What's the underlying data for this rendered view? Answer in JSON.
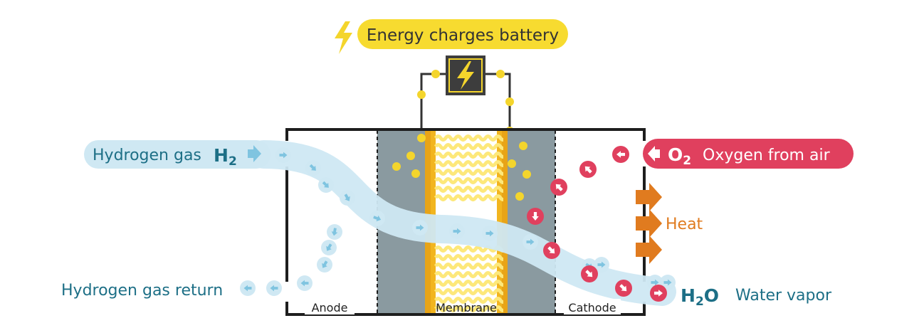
{
  "title": "Energy charges battery",
  "labels": {
    "hydrogen_gas": "Hydrogen gas",
    "h2": "H",
    "h2_sub": "2",
    "oxygen_from_air": "Oxygen from air",
    "o2": "O",
    "o2_sub": "2",
    "heat": "Heat",
    "hydrogen_gas_return": "Hydrogen gas return",
    "h2o_h": "H",
    "h2o_sub": "2",
    "h2o_o": "O",
    "water_vapor": "Water vapor",
    "anode": "Anode",
    "membrane": "Membrane",
    "cathode": "Cathode"
  },
  "colors": {
    "hydrogen": "#1d6f86",
    "hydrogen_flow": "#cfe8f3",
    "oxygen": "#e0405e",
    "electrode": "#8a9aa0",
    "membrane_gold": "#f2b51f",
    "membrane_wave": "#fde87a",
    "electron": "#f4d52c",
    "heat": "#e07b1f",
    "housing": "#1e1e1e",
    "battery": "#3d3d3d"
  },
  "icons": {
    "banner": "lightning-bolt-icon",
    "battery": "battery-lightning-icon",
    "heat": "heat-arrow-icon",
    "hydrogen_particle": "hydrogen-particle-icon",
    "oxygen_particle": "oxygen-particle-icon"
  }
}
